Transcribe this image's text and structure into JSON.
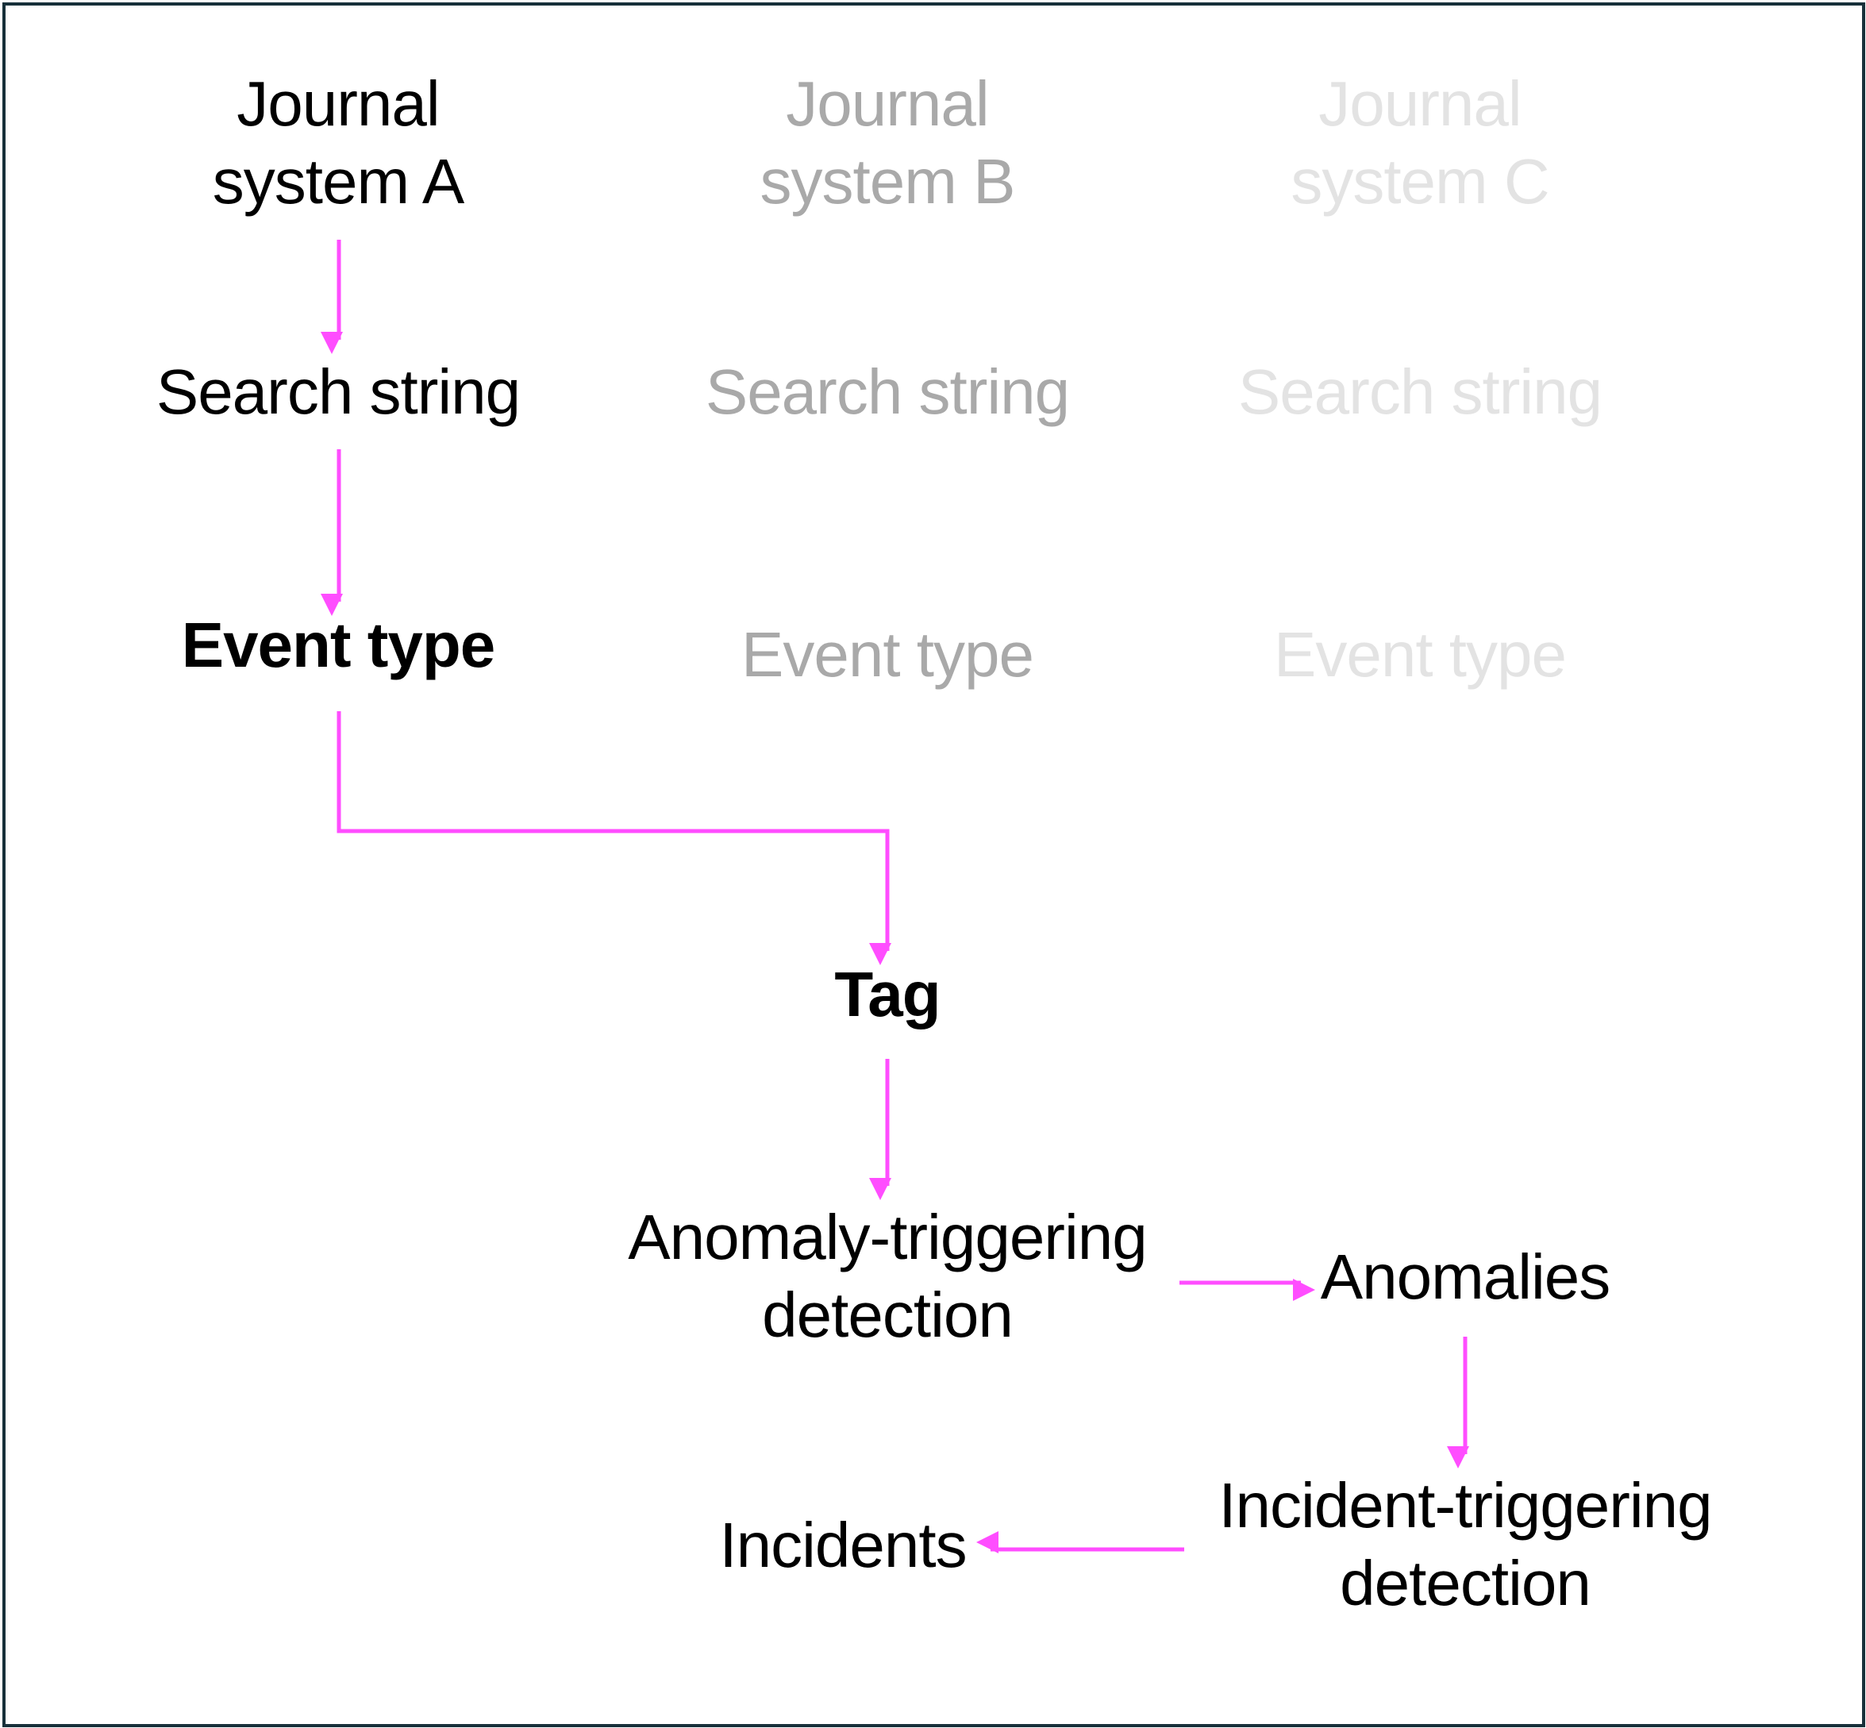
{
  "colors": {
    "frame": "#17303a",
    "arrow": "#ff4dff",
    "text_primary": "#000000",
    "text_faded": "#a9a9a9",
    "text_faint": "#e3e3e3"
  },
  "columns": {
    "a": {
      "journal": [
        "Journal",
        "system A"
      ],
      "search": "Search string",
      "event": "Event type"
    },
    "b": {
      "journal": [
        "Journal",
        "system B"
      ],
      "search": "Search string",
      "event": "Event type"
    },
    "c": {
      "journal": [
        "Journal",
        "system C"
      ],
      "search": "Search string",
      "event": "Event type"
    }
  },
  "flow": {
    "tag": "Tag",
    "anomaly_detection": [
      "Anomaly-triggering",
      "detection"
    ],
    "anomalies": "Anomalies",
    "incident_detection": [
      "Incident-triggering",
      "detection"
    ],
    "incidents": "Incidents"
  }
}
